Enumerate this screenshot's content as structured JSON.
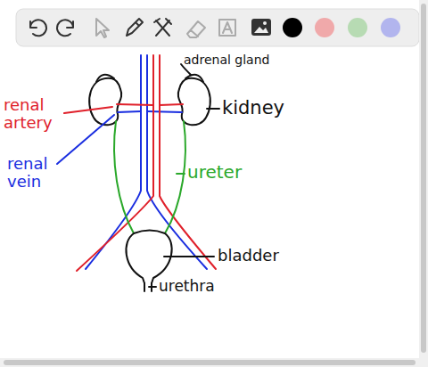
{
  "diagram": {
    "labels": [
      "adrenal gland",
      "kidney",
      "renal artery",
      "renal vein",
      "ureter",
      "bladder",
      "urethra"
    ]
  }
}
